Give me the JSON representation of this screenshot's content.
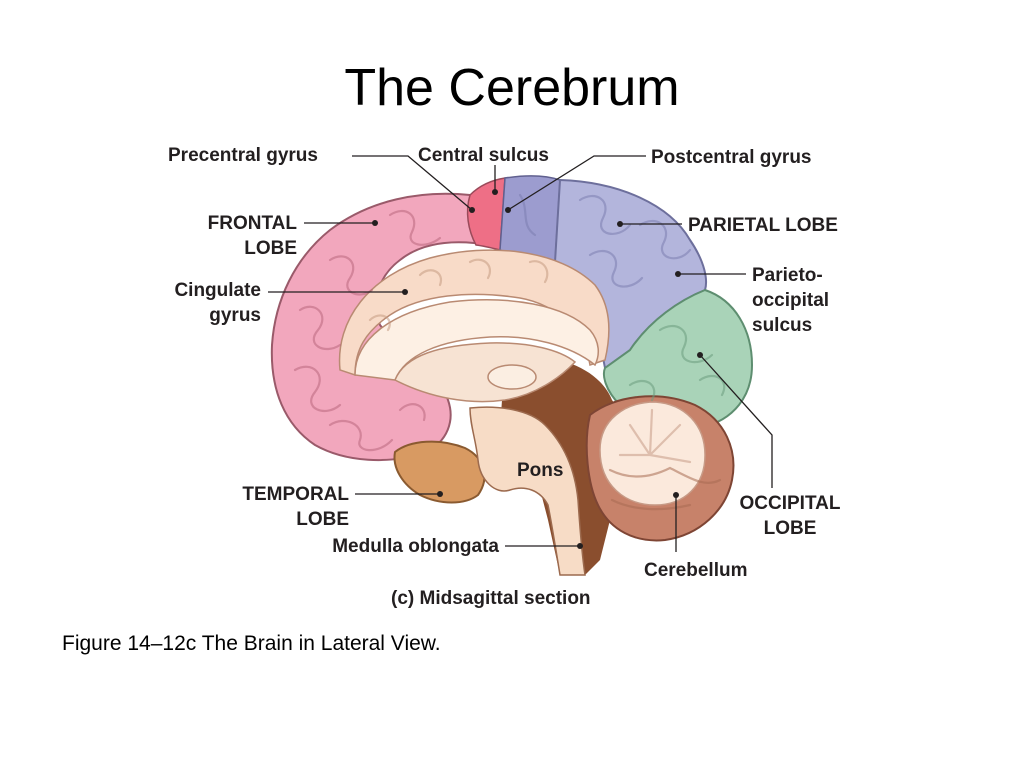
{
  "title": "The Cerebrum",
  "caption": "Figure 14–12c The Brain in Lateral View.",
  "diagram": {
    "labels": {
      "precentral_gyrus": "Precentral gyrus",
      "central_sulcus": "Central sulcus",
      "postcentral_gyrus": "Postcentral gyrus",
      "frontal_lobe_1": "FRONTAL",
      "frontal_lobe_2": "LOBE",
      "parietal_lobe": "PARIETAL LOBE",
      "cingulate_1": "Cingulate",
      "cingulate_2": "gyrus",
      "parieto_1": "Parieto-",
      "parieto_2": "occipital",
      "parieto_3": "sulcus",
      "temporal_1": "TEMPORAL",
      "temporal_2": "LOBE",
      "pons": "Pons",
      "medulla": "Medulla oblongata",
      "occipital_1": "OCCIPITAL",
      "occipital_2": "LOBE",
      "cerebellum": "Cerebellum",
      "section": "(c) Midsagittal section"
    },
    "colors": {
      "frontal": "#f2a7bd",
      "precentral": "#ee6f86",
      "parietal": "#b3b5dc",
      "postcentral": "#9c9ccf",
      "occipital": "#a9d3b8",
      "cingulate": "#f8dbc8",
      "temporal": "#d89a62",
      "brainstem": "#f7dcc6",
      "cerebellum": "#c7826a",
      "deep_brown": "#8a4e2e"
    }
  }
}
